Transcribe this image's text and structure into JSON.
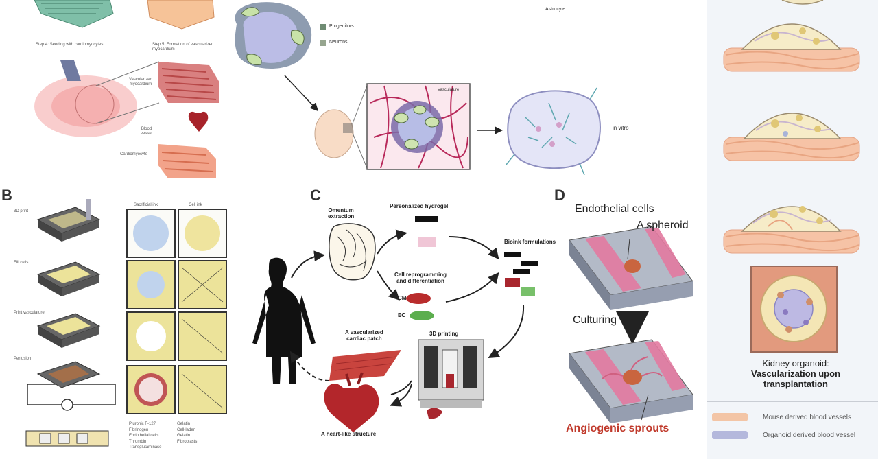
{
  "panel_a": {
    "step4": "Step 4: Seeding with cardiomyocytes",
    "step5": "Step 5: Formation of vascularized myocardium",
    "vasc_label_1": "Vascularized",
    "vasc_label_2": "myocardium",
    "vessel_label_1": "Blood",
    "vessel_label_2": "vessel",
    "cardiomyocyte_label": "Cardiomyocyte",
    "legend_progenitor": "Progenitors",
    "legend_neurons": "Neurons",
    "astrocyte": "Astrocyte",
    "vasculature": "Vasculature",
    "in_vitro": "in vitro"
  },
  "panel_b": {
    "letter": "B",
    "steps": [
      "3D print",
      "Fill cells",
      "Print vasculature",
      "Perfusion"
    ],
    "col_header_1": "Sacrificial ink",
    "col_header_2": "Cell ink",
    "legend": [
      "Pluronic F-127",
      "Gelatin",
      "Fibrinogen",
      "Cell-laden",
      "Endothelial cells",
      "Gelatin",
      "Thrombin",
      "Fibroblasts",
      "Transglutaminase"
    ]
  },
  "panel_c": {
    "letter": "C",
    "omentum_1": "Omentum",
    "omentum_2": "extraction",
    "hydrogel": "Personalized hydrogel",
    "bioink": "Bioink formulations",
    "reprog_1": "Cell reprogramming",
    "reprog_2": "and differentiation",
    "cm": "CM",
    "ec": "EC",
    "printing": "3D printing",
    "patch_1": "A vascularized",
    "patch_2": "cardiac patch",
    "heart": "A heart-like structure"
  },
  "panel_d": {
    "letter": "D",
    "endothelial": "Endothelial cells",
    "spheroid": "A spheroid",
    "culturing": "Culturing",
    "sprouts": "Angiogenic sprouts"
  },
  "panel_e": {
    "organoid_1": "Kidney organoid:",
    "organoid_2": "Vascularization upon",
    "organoid_3": "transplantation",
    "legend_mouse": "Mouse derived blood vessels",
    "legend_organoid": "Organoid derived blood vessel"
  },
  "colors": {
    "pink": "#f2a7a0",
    "heart_red": "#b3262b",
    "cm_red": "#b92c2c",
    "ec_green": "#5cae4e",
    "organoid_blue": "#b9b6e3",
    "right_bg": "#f2f5f9"
  }
}
